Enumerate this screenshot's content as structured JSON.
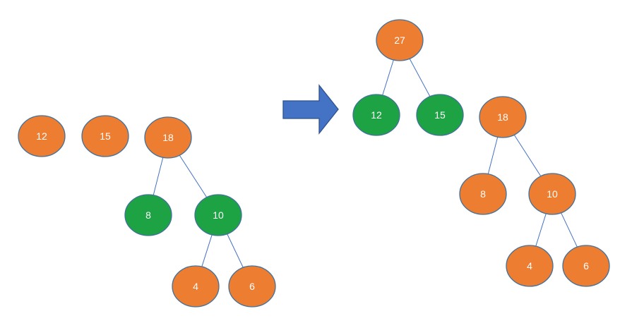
{
  "colors": {
    "orange": "#ed7d31",
    "green": "#1ea344",
    "edge": "#4472c4",
    "node_border": "#41719c",
    "arrow": "#4472c4"
  },
  "before": {
    "nodes": [
      {
        "id": "b12",
        "label": "12",
        "color": "orange"
      },
      {
        "id": "b15",
        "label": "15",
        "color": "orange"
      },
      {
        "id": "b18",
        "label": "18",
        "color": "orange"
      },
      {
        "id": "b8",
        "label": "8",
        "color": "green"
      },
      {
        "id": "b10",
        "label": "10",
        "color": "green"
      },
      {
        "id": "b4",
        "label": "4",
        "color": "orange"
      },
      {
        "id": "b6",
        "label": "6",
        "color": "orange"
      }
    ],
    "edges": [
      [
        "b18",
        "b8"
      ],
      [
        "b18",
        "b10"
      ],
      [
        "b10",
        "b4"
      ],
      [
        "b10",
        "b6"
      ]
    ]
  },
  "after": {
    "nodes": [
      {
        "id": "a27",
        "label": "27",
        "color": "orange"
      },
      {
        "id": "a12",
        "label": "12",
        "color": "green"
      },
      {
        "id": "a15",
        "label": "15",
        "color": "green"
      },
      {
        "id": "a18",
        "label": "18",
        "color": "orange"
      },
      {
        "id": "a8",
        "label": "8",
        "color": "orange"
      },
      {
        "id": "a10",
        "label": "10",
        "color": "orange"
      },
      {
        "id": "a4",
        "label": "4",
        "color": "orange"
      },
      {
        "id": "a6",
        "label": "6",
        "color": "orange"
      }
    ],
    "edges": [
      [
        "a27",
        "a12"
      ],
      [
        "a27",
        "a15"
      ],
      [
        "a18",
        "a8"
      ],
      [
        "a18",
        "a10"
      ],
      [
        "a10",
        "a4"
      ],
      [
        "a10",
        "a6"
      ]
    ]
  },
  "arrow_icon": "right-arrow-icon"
}
